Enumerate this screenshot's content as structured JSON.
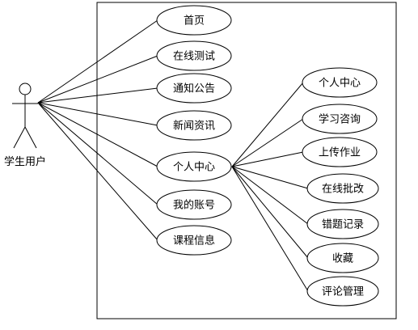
{
  "actor": {
    "label": "学生用户"
  },
  "main_use_cases": [
    {
      "id": "home",
      "label": "首页"
    },
    {
      "id": "online-test",
      "label": "在线测试"
    },
    {
      "id": "announcements",
      "label": "通知公告"
    },
    {
      "id": "news",
      "label": "新闻资讯"
    },
    {
      "id": "personal-center",
      "label": "个人中心"
    },
    {
      "id": "my-account",
      "label": "我的账号"
    },
    {
      "id": "course-info",
      "label": "课程信息"
    }
  ],
  "sub_use_cases": [
    {
      "id": "sub-personal-center",
      "label": "个人中心"
    },
    {
      "id": "study-consult",
      "label": "学习咨询"
    },
    {
      "id": "upload-homework",
      "label": "上传作业"
    },
    {
      "id": "online-grading",
      "label": "在线批改"
    },
    {
      "id": "wrong-records",
      "label": "错题记录"
    },
    {
      "id": "favorites",
      "label": "收藏"
    },
    {
      "id": "comment-manage",
      "label": "评论管理"
    }
  ]
}
